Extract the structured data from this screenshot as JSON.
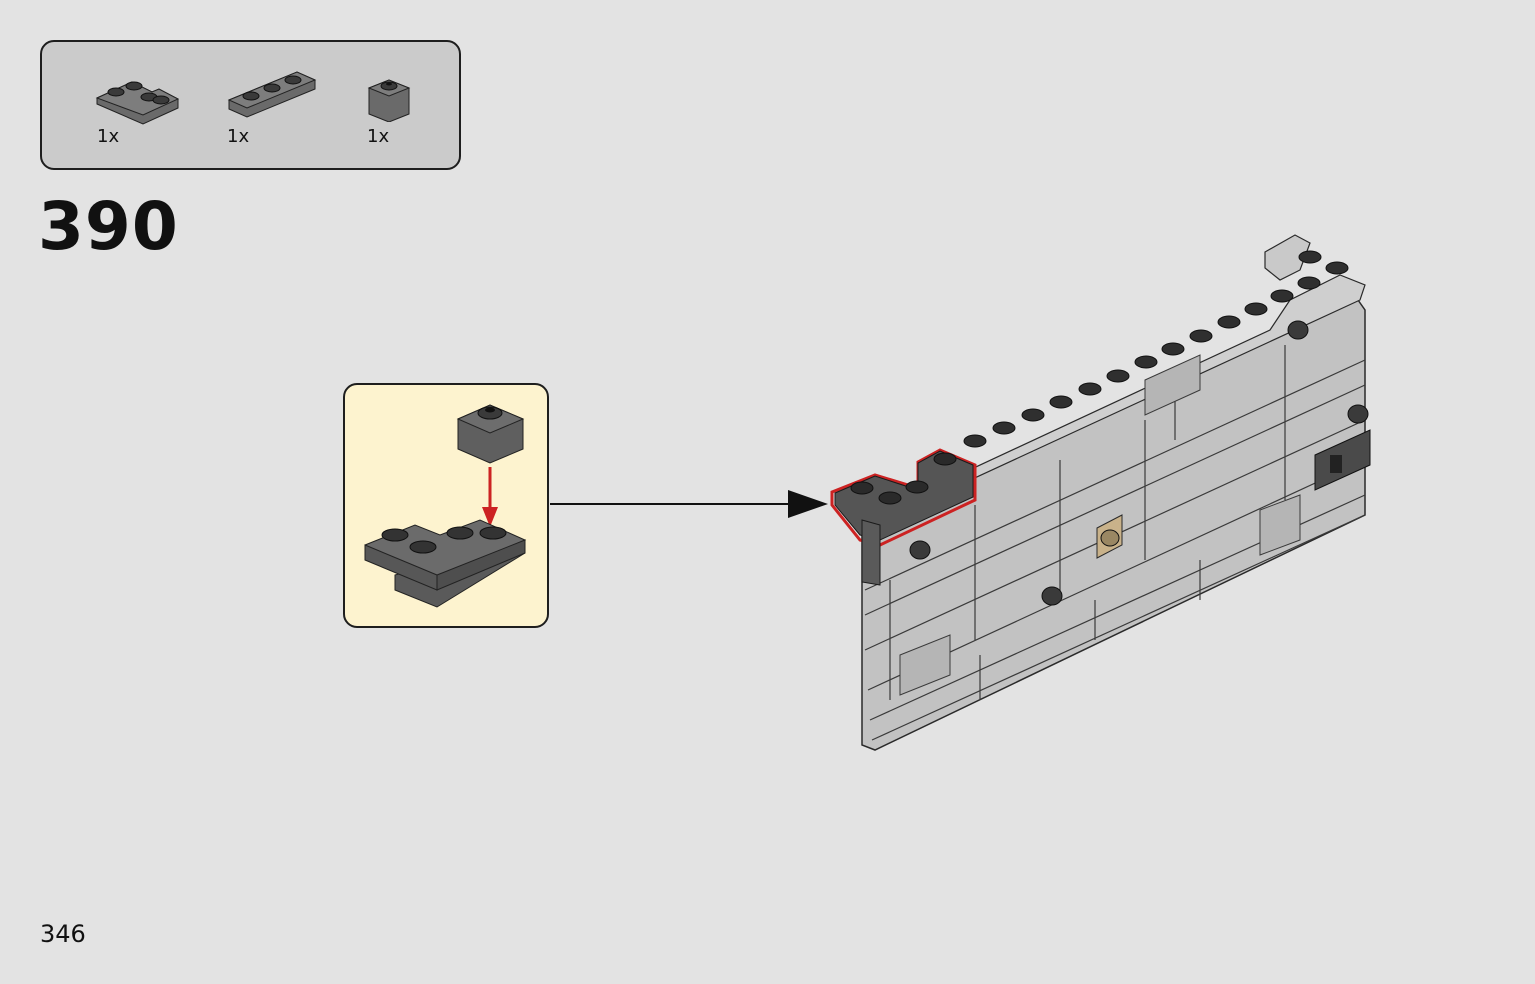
{
  "parts": [
    {
      "name": "plate-2x2-corner",
      "qty": "1x"
    },
    {
      "name": "plate-1x3",
      "qty": "1x"
    },
    {
      "name": "brick-1x1",
      "qty": "1x"
    }
  ],
  "step": {
    "number": "390"
  },
  "page": {
    "number": "346"
  },
  "colors": {
    "background": "#e3e3e3",
    "parts_box": "#cbcbcb",
    "callout": "#fdf3cf",
    "dark_gray": "#5c5c5c",
    "light_gray": "#bdbdbd",
    "highlight": "#cc2222",
    "tan": "#c9b28a"
  }
}
